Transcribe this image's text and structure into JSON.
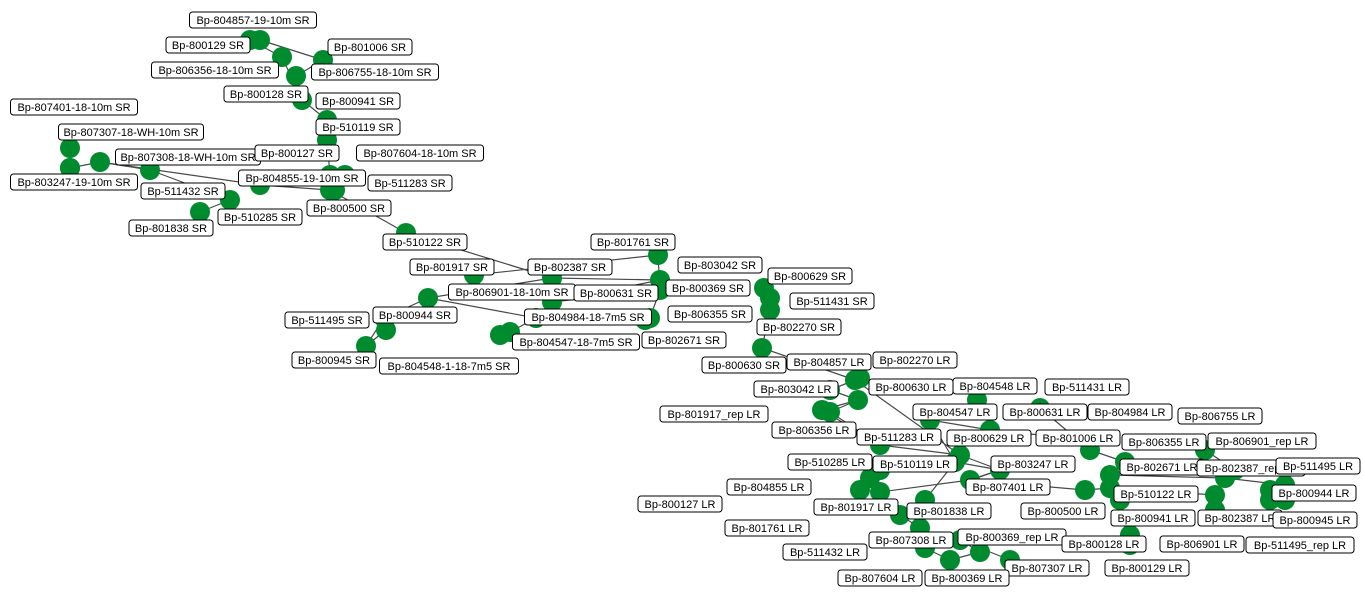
{
  "colors": {
    "node": "#008b2f",
    "edge": "#4a4a4a",
    "label_border": "#000000",
    "background": "#ffffff"
  },
  "labels": [
    "Bp-804857-19-10m SR",
    "Bp-800129 SR",
    "Bp-801006 SR",
    "Bp-806356-18-10m SR",
    "Bp-806755-18-10m SR",
    "Bp-800128 SR",
    "Bp-800941 SR",
    "Bp-807401-18-10m SR",
    "Bp-807307-18-WH-10m SR",
    "Bp-510119 SR",
    "Bp-807308-18-WH-10m SR",
    "Bp-800127 SR",
    "Bp-807604-18-10m SR",
    "Bp-803247-19-10m SR",
    "Bp-804855-19-10m SR",
    "Bp-511283 SR",
    "Bp-511432 SR",
    "Bp-800500 SR",
    "Bp-510285 SR",
    "Bp-801838 SR",
    "Bp-510122 SR",
    "Bp-801917 SR",
    "Bp-802387 SR",
    "Bp-803042 SR",
    "Bp-801761 SR",
    "Bp-800629 SR",
    "Bp-806901-18-10m SR",
    "Bp-800631 SR",
    "Bp-800369 SR",
    "Bp-511431 SR",
    "Bp-511495 SR",
    "Bp-800944 SR",
    "Bp-804984-18-7m5 SR",
    "Bp-806355 SR",
    "Bp-802270 SR",
    "Bp-804547-18-7m5 SR",
    "Bp-802671 SR",
    "Bp-800945 SR",
    "Bp-804548-1-18-7m5 SR",
    "Bp-800630 SR",
    "Bp-804857 LR",
    "Bp-802270 LR",
    "Bp-803042 LR",
    "Bp-800630 LR",
    "Bp-804548 LR",
    "Bp-511431 LR",
    "Bp-801917_rep LR",
    "Bp-804547 LR",
    "Bp-800631 LR",
    "Bp-804984 LR",
    "Bp-806755 LR",
    "Bp-806356 LR",
    "Bp-511283 LR",
    "Bp-800629 LR",
    "Bp-801006 LR",
    "Bp-806355 LR",
    "Bp-806901_rep LR",
    "Bp-510285 LR",
    "Bp-510119 LR",
    "Bp-803247 LR",
    "Bp-802671 LR",
    "Bp-802387_rep LR",
    "Bp-511495 LR",
    "Bp-804855 LR",
    "Bp-807401 LR",
    "Bp-510122 LR",
    "Bp-800944 LR",
    "Bp-800127 LR",
    "Bp-801917 LR",
    "Bp-801838 LR",
    "Bp-800500 LR",
    "Bp-800941 LR",
    "Bp-802387 LR",
    "Bp-800945 LR",
    "Bp-801761 LR",
    "Bp-807308 LR",
    "Bp-800369_rep LR",
    "Bp-800128 LR",
    "Bp-806901 LR",
    "Bp-511495_rep LR",
    "Bp-511432 LR",
    "Bp-807307 LR",
    "Bp-807604 LR",
    "Bp-800369 LR",
    "Bp-800129 LR"
  ]
}
